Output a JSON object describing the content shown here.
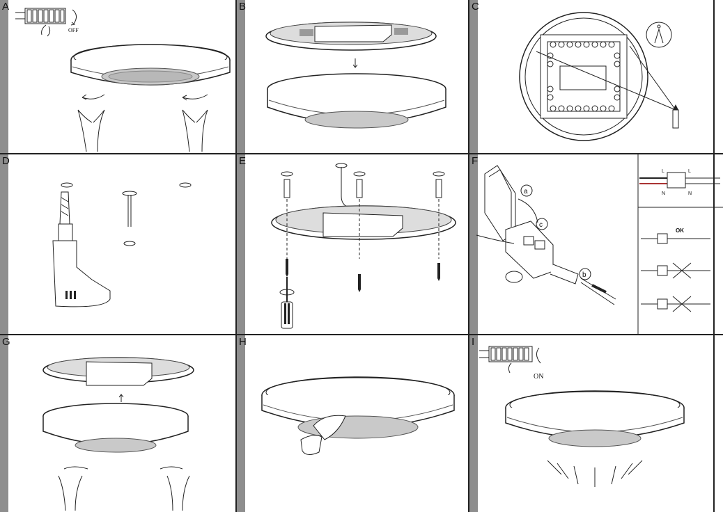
{
  "panels": {
    "a": {
      "letter": "A",
      "switch_label": "OFF"
    },
    "b": {
      "letter": "B"
    },
    "c": {
      "letter": "C"
    },
    "d": {
      "letter": "D"
    },
    "e": {
      "letter": "E"
    },
    "f": {
      "letter": "F",
      "step_a": "a",
      "step_b": "b",
      "step_c": "c",
      "terminal_l": "L",
      "terminal_n": "N",
      "ok_label": "OK"
    },
    "g": {
      "letter": "G"
    },
    "h": {
      "letter": "H"
    },
    "i": {
      "letter": "I",
      "switch_label": "ON"
    }
  }
}
